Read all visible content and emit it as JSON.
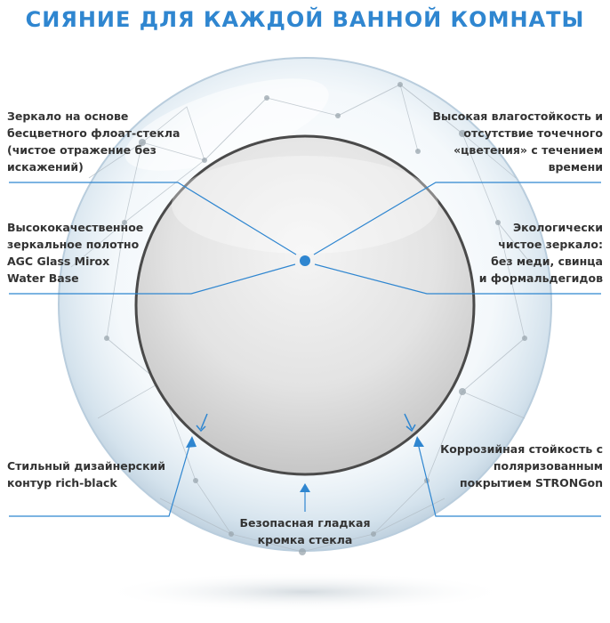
{
  "title": "СИЯНИЕ ДЛЯ КАЖДОЙ ВАННОЙ КОМНАТЫ",
  "colors": {
    "accent": "#2f86d0",
    "mirror_rim": "#4a4a4a",
    "text": "#333333"
  },
  "features": {
    "top_left": [
      "Зеркало на основе",
      "бесцветного флоат-стекла",
      "(чистое отражение без",
      "искажений)"
    ],
    "mid_left": [
      "Высококачественное",
      "зеркальное полотно",
      "AGC Glass Mirox",
      "Water Base"
    ],
    "top_right": [
      "Высокая влагостойкость и",
      "отсутствие точечного",
      "«цветения» с течением",
      "времени"
    ],
    "mid_right": [
      "Экологически",
      "чистое зеркало:",
      "без меди, свинца",
      "и формальдегидов"
    ],
    "bottom_left": [
      "Стильный дизайнерский",
      "контур rich-black"
    ],
    "bottom_right": [
      "Коррозийная стойкость с",
      "поляризованным",
      "покрытием STRONGon"
    ],
    "bottom_center": [
      "Безопасная гладкая",
      "кромка стекла"
    ]
  }
}
